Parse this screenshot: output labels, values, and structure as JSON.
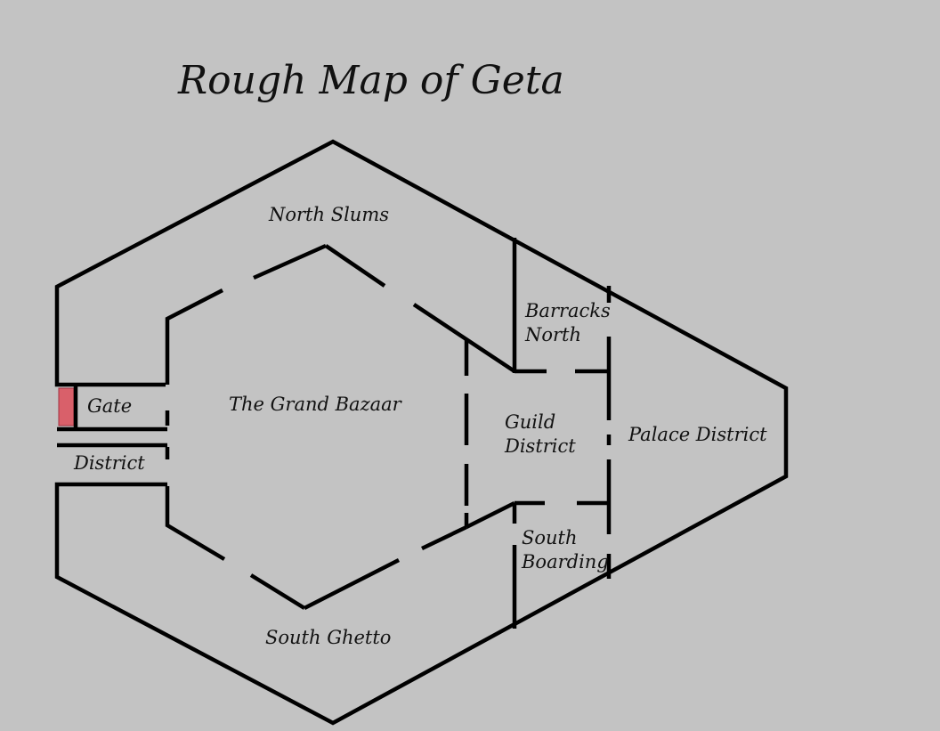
{
  "map": {
    "title": "Rough Map of Geta",
    "background_color": "#c3c3c3",
    "gate_marker_color": "#d9606a",
    "districts": {
      "north_slums": "North Slums",
      "grand_bazaar": "The Grand Bazaar",
      "barracks_line1": "Barracks",
      "barracks_line2": "North",
      "guild_line1": "Guild",
      "guild_line2": "District",
      "palace": "Palace District",
      "south_boarding_line1": "South",
      "south_boarding_line2": "Boarding",
      "south_ghetto": "South Ghetto",
      "gate_line1": "Gate",
      "gate_line2": "District"
    }
  }
}
